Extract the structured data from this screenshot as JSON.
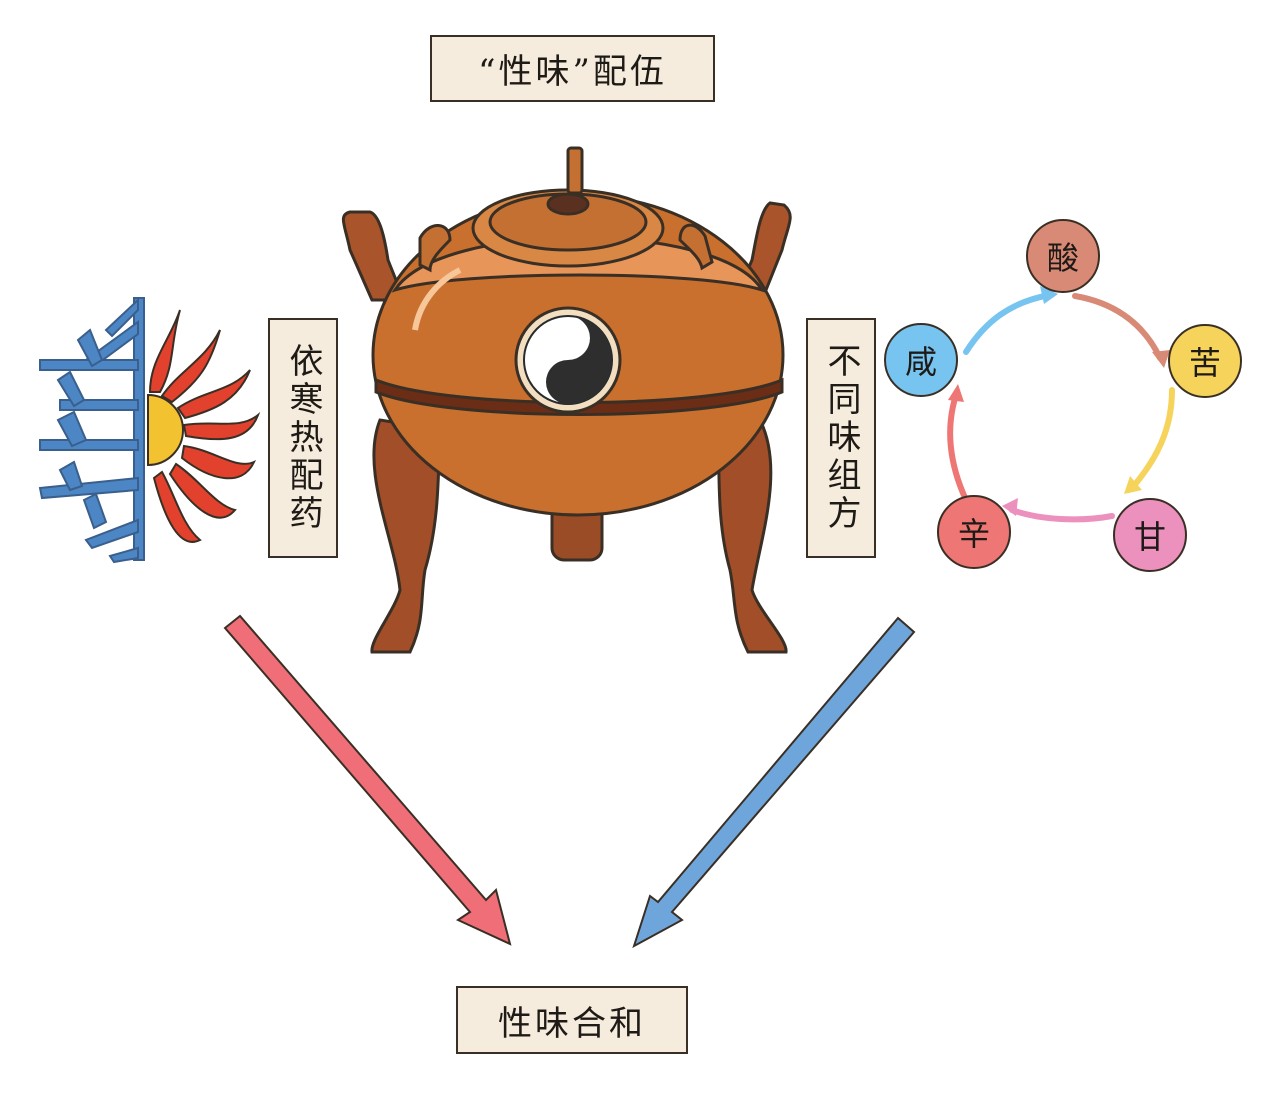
{
  "title": "“性味”配伍",
  "left_label": "依寒热配药",
  "right_label": "不同味组方",
  "result_label": "性味合和",
  "flavors": [
    {
      "name": "酸",
      "color": "#d98a76"
    },
    {
      "name": "苦",
      "color": "#f6d35a"
    },
    {
      "name": "甘",
      "color": "#ec90bd"
    },
    {
      "name": "辛",
      "color": "#ee7674"
    },
    {
      "name": "咸",
      "color": "#76c4ef"
    }
  ],
  "colors": {
    "label_fill": "#f5ecdd",
    "cauldron_body": "#c9702e",
    "cauldron_dark": "#8a3d1c",
    "snowflake": "#4c86c4",
    "sun_red": "#e2412d",
    "sun_core": "#f2c230",
    "arrow_left": "#ef6e78",
    "arrow_right": "#6ea6dc"
  },
  "icons": [
    "snowflake-icon",
    "sun-icon",
    "cauldron-icon",
    "yin-yang-icon"
  ]
}
